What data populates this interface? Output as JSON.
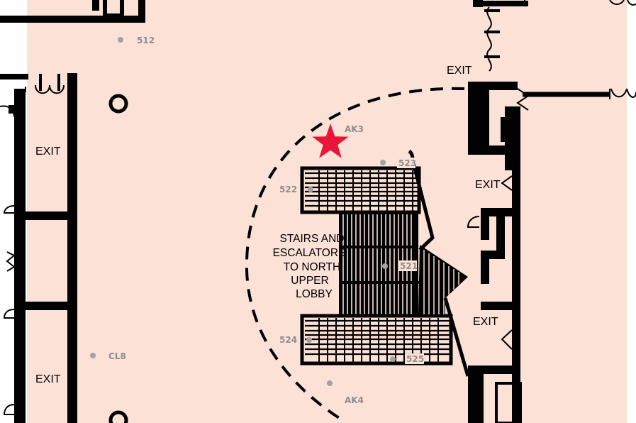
{
  "colors": {
    "floor": "#fbe1d6",
    "wall": "#000000",
    "marker": "#e8173a",
    "point": "#a2a2a2",
    "point_label": "#8e8e8e",
    "background": "#ffffff"
  },
  "marker": {
    "icon": "star-icon",
    "label": "AK3"
  },
  "exits": {
    "top_center": "EXIT",
    "left_upper": "EXIT",
    "left_lower": "EXIT",
    "right_upper": "EXIT",
    "right_lower": "EXIT"
  },
  "points": {
    "p512": "512",
    "p523": "523",
    "p522": "522",
    "p521": "521",
    "p524": "524",
    "p525": "525",
    "cl8": "CL8",
    "ak4": "AK4"
  },
  "stairs_label": {
    "line1": "STAIRS AND",
    "line2": "ESCALATORS",
    "line3": "TO NORTH",
    "line4": "UPPER",
    "line5": "LOBBY"
  }
}
